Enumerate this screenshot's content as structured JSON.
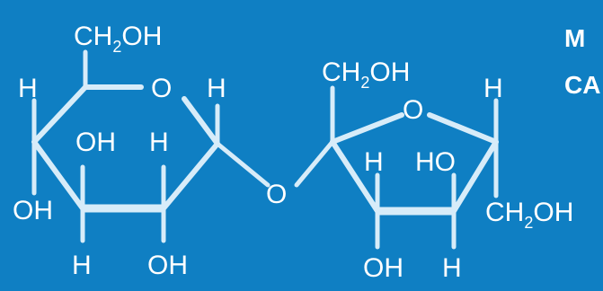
{
  "atoms": {
    "ch2oh": "CH",
    "ch2oh_sub": "2",
    "ch2oh_tail": "OH",
    "o": "O",
    "h": "H",
    "oh": "OH",
    "ho": "HO"
  },
  "side_labels": {
    "line1": "M",
    "line2": "CA"
  },
  "colors": {
    "background": "#0f7fc3",
    "bonds": "#d7ecf9",
    "text": "#ffffff"
  }
}
